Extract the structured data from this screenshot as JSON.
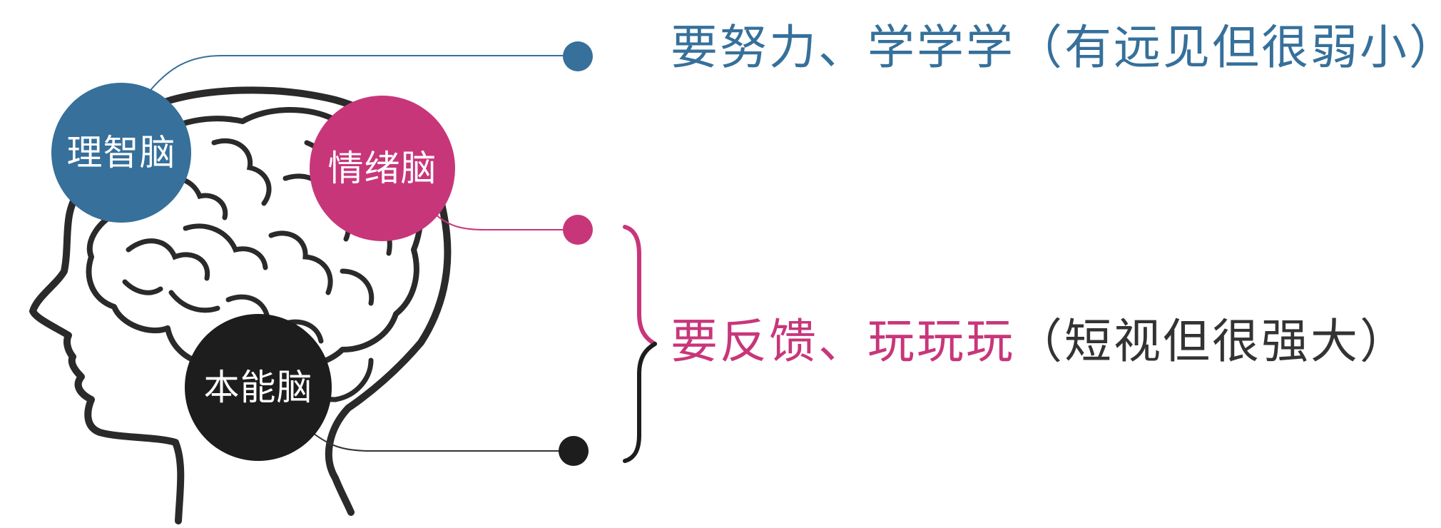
{
  "colors": {
    "rational": "#36709b",
    "emotional": "#c8367a",
    "instinct": "#1d1d1d",
    "outline": "#2a2a2a",
    "muted": "#333333"
  },
  "nodes": {
    "rational": {
      "label": "理智脑"
    },
    "emotional": {
      "label": "情绪脑"
    },
    "instinct": {
      "label": "本能脑"
    }
  },
  "statements": {
    "rational": {
      "emphasis": "要努力、学学学",
      "note": "（有远见但很弱小）"
    },
    "impulse": {
      "emphasis": "要反馈、玩玩玩",
      "note": "（短视但很强大）"
    }
  }
}
